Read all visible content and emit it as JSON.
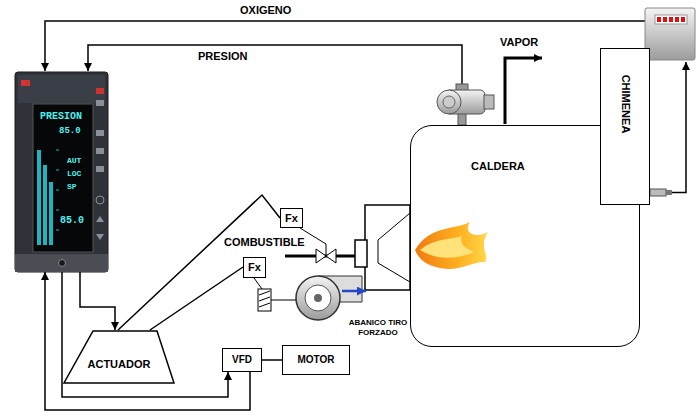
{
  "diagram": {
    "nodes": [
      {
        "text": [
          "PRESION",
          "85.0",
          "AUT",
          "LOC",
          "SP",
          "85.0"
        ]
      },
      {
        "text": [
          "CHIMENEA"
        ]
      },
      {
        "text": [
          "CALDERA"
        ]
      },
      {
        "text": [
          "Fx"
        ]
      },
      {
        "text": [
          "Fx"
        ]
      },
      {
        "text": [
          "ACTUADOR"
        ]
      },
      {
        "text": [
          "VFD"
        ]
      },
      {
        "text": [
          "MOTOR"
        ]
      }
    ],
    "edges": [
      {
        "from": 0,
        "to": 5,
        "arrow": "to"
      },
      {
        "from": 0,
        "to": 6,
        "arrow": "to"
      },
      {
        "from": 6,
        "to": 0,
        "arrow": "to"
      },
      {
        "from": 6,
        "to": 7,
        "arrow": "none"
      },
      {
        "from": 5,
        "to": 3,
        "arrow": "none"
      },
      {
        "from": 5,
        "to": 4,
        "arrow": "none"
      }
    ],
    "labels": [
      "OXIGENO",
      "PRESION",
      "VAPOR",
      "COMBUSTIBLE",
      "ABANICO TIRO FORZADO"
    ]
  }
}
